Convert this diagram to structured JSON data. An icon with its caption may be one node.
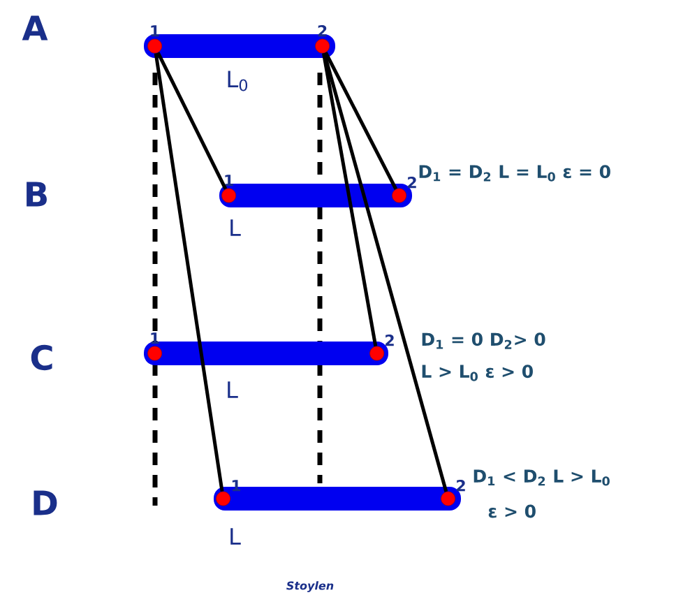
{
  "diagram": {
    "nodes": [
      {
        "text": [],
        "shape": "bar",
        "beside": [
          "L$_{0}$"
        ]
      },
      {
        "text": [
          "1"
        ],
        "in": 0
      },
      {
        "text": [
          "2"
        ],
        "in": 0
      },
      {
        "text": [],
        "shape": "bar",
        "beside": [
          "L",
          "D$_{1}$ = D$_{2}$ L = L$_{0}$ ε = 0"
        ]
      },
      {
        "text": [
          "1"
        ],
        "in": 3
      },
      {
        "text": [
          "2"
        ],
        "in": 3
      },
      {
        "text": [],
        "shape": "bar",
        "beside": [
          "L",
          "D$_{1}$ = 0  D$_{2}$> 0",
          "L > L$_{0}$  ε > 0"
        ]
      },
      {
        "text": [
          "1"
        ],
        "in": 6
      },
      {
        "text": [
          "2"
        ],
        "in": 6
      },
      {
        "text": [],
        "shape": "bar",
        "beside": [
          "L",
          "D$_{1}$ < D$_{2}$  L > L$_{0}$",
          "ε > 0"
        ]
      },
      {
        "text": [
          "1"
        ],
        "in": 9
      },
      {
        "text": [
          "2"
        ],
        "in": 9
      }
    ],
    "edges": [
      {
        "from": 1,
        "to": 4,
        "arrow": "none"
      },
      {
        "from": 1,
        "to": 10,
        "arrow": "none"
      },
      {
        "from": 2,
        "to": 5,
        "arrow": "none"
      },
      {
        "from": 2,
        "to": 8,
        "arrow": "none"
      },
      {
        "from": 2,
        "to": 11,
        "arrow": "none"
      }
    ],
    "labels": [
      "A",
      "B",
      "C",
      "D",
      "Stoylen"
    ]
  }
}
